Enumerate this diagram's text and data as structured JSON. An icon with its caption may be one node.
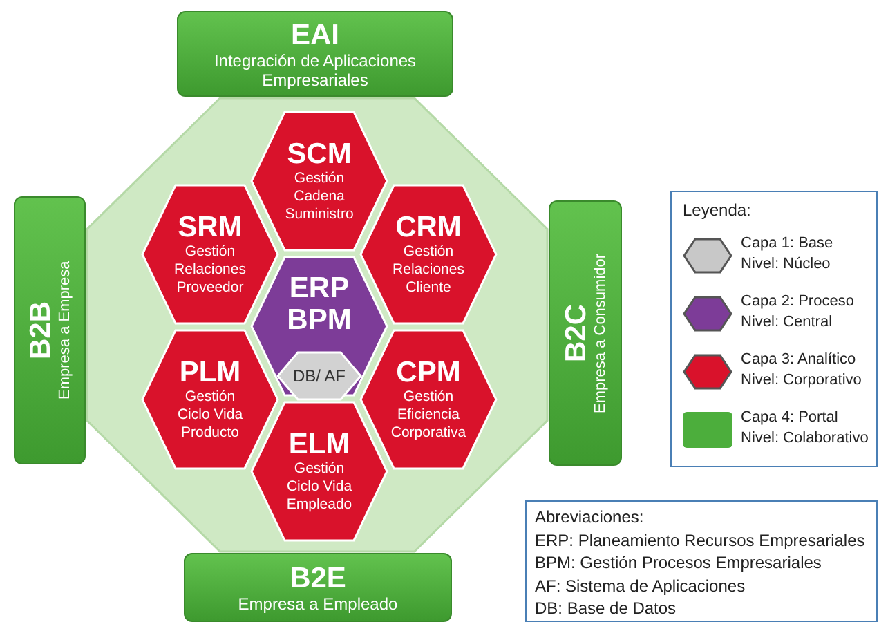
{
  "diagram": {
    "nodes": [
      {
        "text": [],
        "shape": "octagon"
      },
      {
        "text": [
          "EAI",
          "Integración de Aplicaciones Empresariales"
        ]
      },
      {
        "text": [
          "B2B",
          "Empresa a Empresa"
        ]
      },
      {
        "text": [
          "B2C",
          "Empresa a Consumidor"
        ]
      },
      {
        "text": [
          "B2E",
          "Empresa a Empleado"
        ]
      },
      {
        "text": [
          "SCM",
          "Gestión Cadena Suministro"
        ],
        "in": 0
      },
      {
        "text": [
          "SRM",
          "Gestión Relaciones Proveedor"
        ],
        "in": 0
      },
      {
        "text": [
          "CRM",
          "Gestión Relaciones Cliente"
        ],
        "in": 0
      },
      {
        "text": [
          "ERP BPM"
        ],
        "in": 0
      },
      {
        "text": [
          "DB/ AF"
        ],
        "in": 8
      },
      {
        "text": [
          "PLM",
          "Gestión Ciclo Vida Producto"
        ],
        "in": 0
      },
      {
        "text": [
          "CPM",
          "Gestión Eficiencia Corporativa"
        ],
        "in": 0
      },
      {
        "text": [
          "ELM",
          "Gestión Ciclo Vida Empleado"
        ],
        "in": 0
      }
    ],
    "edges": [],
    "labels": [
      "Leyenda:",
      "Abreviaciones:",
      "ERP: Planeamiento Recursos Empresariales",
      "BPM: Gestión Procesos Empresariales",
      "AF: Sistema de Aplicaciones",
      "DB: Base de Datos"
    ],
    "legend": [
      {
        "text": "Capa 1: Base Nivel: Núcleo",
        "color": "#c8c8c8"
      },
      {
        "text": "Capa 2: Proceso Nivel: Central",
        "color": "#7d3c98"
      },
      {
        "text": "Capa 3: Analítico Nivel: Corporativo",
        "color": "#d9122b"
      },
      {
        "text": "Capa 4: Portal Nivel: Colaborativo",
        "color": "#4cae3c"
      }
    ]
  }
}
